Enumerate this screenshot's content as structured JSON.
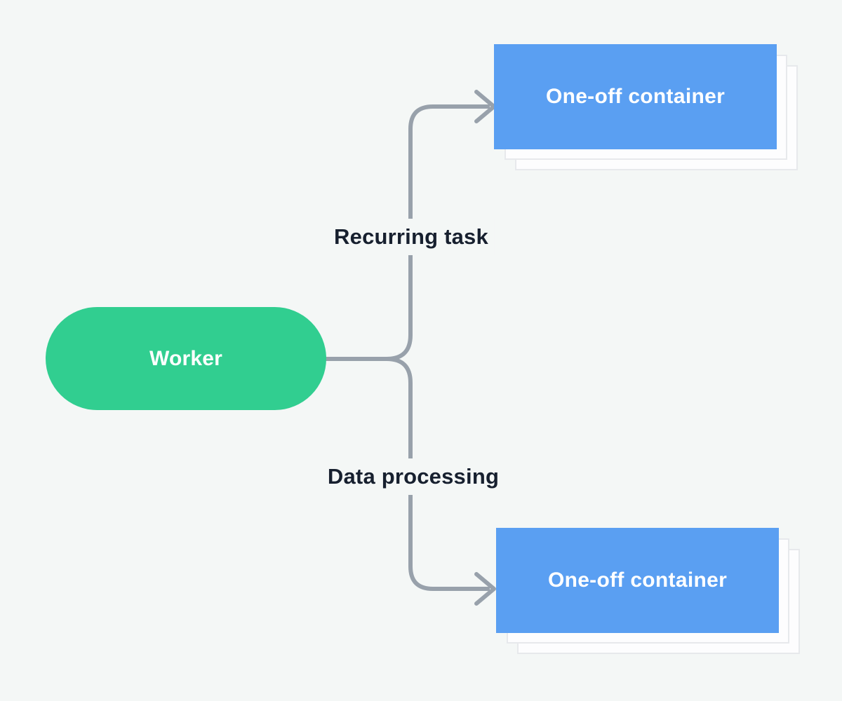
{
  "colors": {
    "background": "#f4f7f6",
    "worker_green": "#31ce90",
    "container_blue": "#5a9ff2",
    "connector_gray": "#98a1ab",
    "edge_label_text": "#17202f",
    "card_white": "#fdfdfe",
    "card_border": "#e7e9ec",
    "node_text": "#ffffff"
  },
  "nodes": {
    "worker": {
      "label": "Worker",
      "shape": "pill"
    },
    "container_top": {
      "label": "One-off container",
      "shape": "stacked-cards"
    },
    "container_bottom": {
      "label": "One-off container",
      "shape": "stacked-cards"
    }
  },
  "edges": {
    "recurring": {
      "label": "Recurring task",
      "from": "worker",
      "to": "container_top"
    },
    "data_processing": {
      "label": "Data processing",
      "from": "worker",
      "to": "container_bottom"
    }
  }
}
